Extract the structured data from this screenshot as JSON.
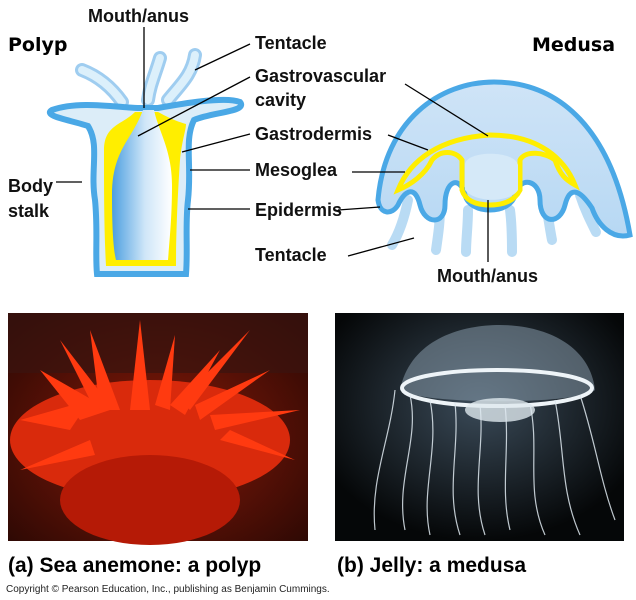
{
  "polyp": {
    "title": "Polyp",
    "labels": {
      "mouth_anus": "Mouth/anus",
      "body": "Body",
      "stalk": "stalk"
    }
  },
  "medusa": {
    "title": "Medusa",
    "labels": {
      "mouth_anus": "Mouth/anus"
    }
  },
  "shared_labels": {
    "tentacle_top": "Tentacle",
    "gastrovascular": "Gastrovascular",
    "cavity": "cavity",
    "gastrodermis": "Gastrodermis",
    "mesoglea": "Mesoglea",
    "epidermis": "Epidermis",
    "tentacle_bottom": "Tentacle"
  },
  "photos": {
    "a_caption": "(a) Sea anemone: a polyp",
    "b_caption": "(b) Jelly: a medusa"
  },
  "copyright": "Copyright © Pearson Education, Inc., publishing as Benjamin Cummings.",
  "colors": {
    "epidermis": "#4aa8e6",
    "mesoglea": "#dcedf8",
    "gastrodermis": "#ffee00",
    "cavity": "#7fc0ee"
  }
}
